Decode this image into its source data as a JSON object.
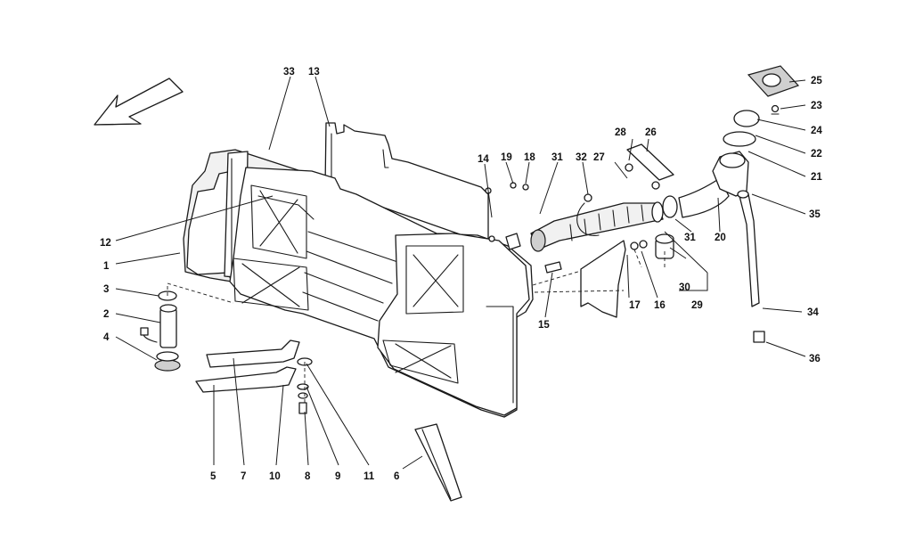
{
  "callouts": {
    "c1": "1",
    "c2": "2",
    "c3": "3",
    "c4": "4",
    "c5": "5",
    "c6": "6",
    "c7": "7",
    "c8": "8",
    "c9": "9",
    "c10": "10",
    "c11": "11",
    "c12": "12",
    "c13": "13",
    "c14": "14",
    "c15": "15",
    "c16": "16",
    "c17": "17",
    "c18": "18",
    "c19": "19",
    "c20": "20",
    "c21": "21",
    "c22": "22",
    "c23": "23",
    "c24": "24",
    "c25": "25",
    "c26": "26",
    "c27": "27",
    "c28": "28",
    "c29": "29",
    "c30": "30",
    "c31a": "31",
    "c31b": "31",
    "c32": "32",
    "c33": "33",
    "c34": "34",
    "c35": "35",
    "c36": "36"
  },
  "icons": {
    "direction": "front-direction-arrow-icon"
  }
}
